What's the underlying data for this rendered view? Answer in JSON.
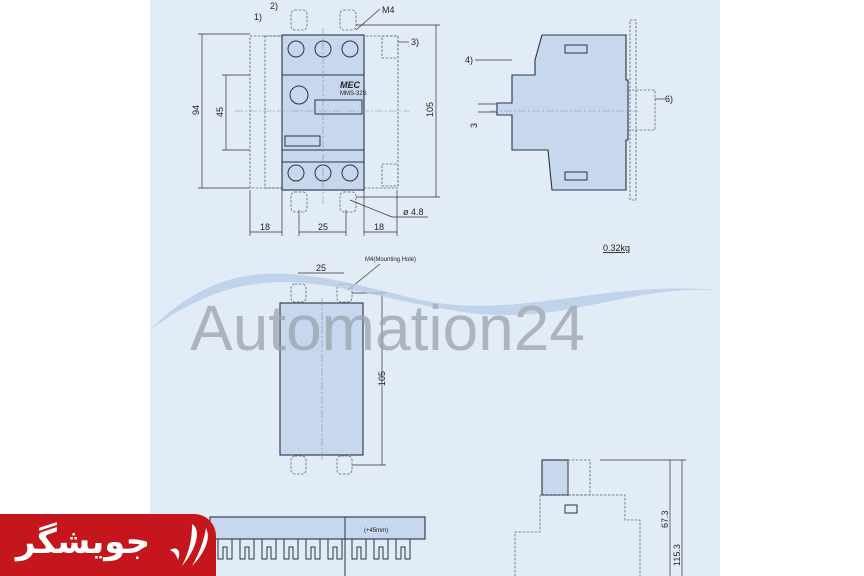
{
  "front_view": {
    "labels": {
      "note1": "1)",
      "note2": "2)",
      "note3": "3)",
      "m4": "M4"
    },
    "dims": {
      "height_94": "94",
      "height_45": "45",
      "height_105": "105",
      "width_left": "18",
      "width_mid": "25",
      "width_right": "18",
      "hole": "ø 4.8"
    },
    "brand": "MEC",
    "model": "MMS-32S"
  },
  "side_view": {
    "labels": {
      "note4": "4)",
      "note6": "6)"
    },
    "dims": {
      "offset": "3"
    },
    "weight": "0.32kg"
  },
  "mounting_view": {
    "hole_label": "M4(Mounting Hole)",
    "dims": {
      "spacing": "25",
      "height": "105"
    }
  },
  "busbar_view": {
    "extension": "(+45mm)"
  },
  "bottom_side_view": {
    "dims": {
      "d1": "67.3",
      "d2": "115.3"
    }
  },
  "watermark": {
    "text": "Automation24"
  },
  "badge": {
    "text": "جویشگر"
  },
  "colors": {
    "panel": "#e2ecf7",
    "fill": "#c6d7ee",
    "badge": "#c4161c"
  }
}
